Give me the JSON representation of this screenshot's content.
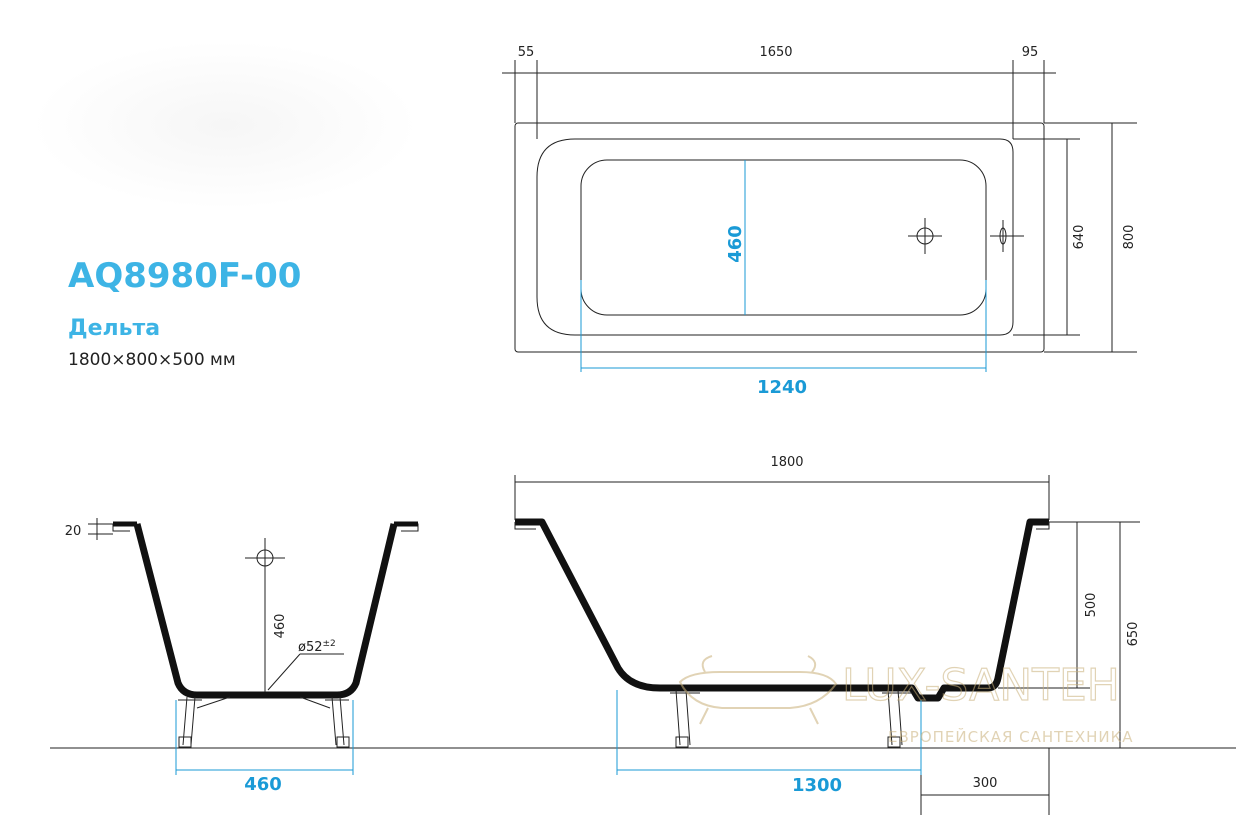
{
  "product": {
    "model": "AQ8980F-00",
    "name": "Дельта",
    "size": "1800×800×500 мм"
  },
  "top_view": {
    "dim_55": "55",
    "dim_1650": "1650",
    "dim_95": "95",
    "dim_460": "460",
    "dim_640": "640",
    "dim_800": "800",
    "dim_1240": "1240"
  },
  "front_view": {
    "dim_20": "20",
    "dim_460_depth": "460",
    "dim_drain": "ø52",
    "dim_drain_tol": "±2",
    "dim_460_legs": "460"
  },
  "side_view": {
    "dim_1800": "1800",
    "dim_500": "500",
    "dim_650": "650",
    "dim_1300": "1300",
    "dim_300": "300"
  },
  "watermark": {
    "brand": "LUX-SANTEH",
    "tagline": "европейская сантехника"
  },
  "colors": {
    "accent": "#3db4e5",
    "dimension_accent": "#1a9ad6",
    "line": "#222222",
    "watermark": "#d9c9a6"
  }
}
